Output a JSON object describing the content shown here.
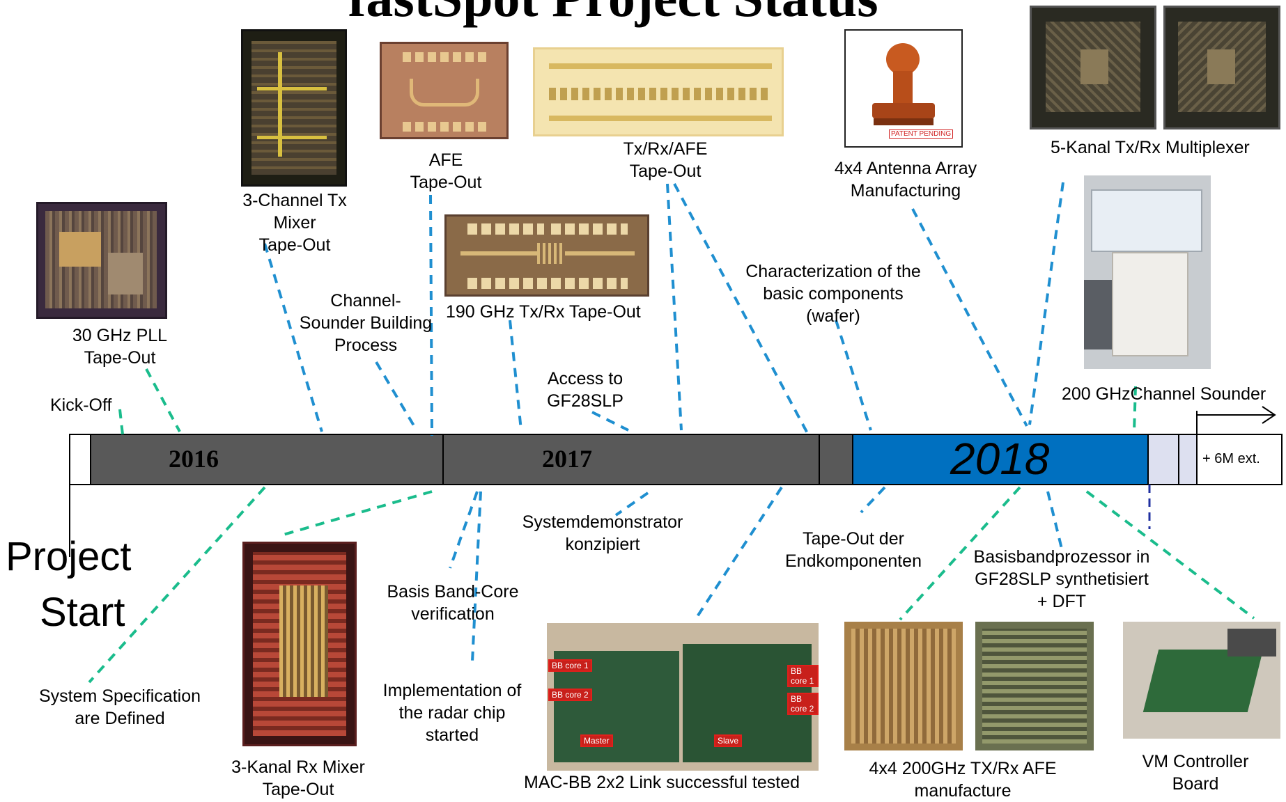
{
  "title": "fastSpot Project Status",
  "timeline": {
    "year_2016": "2016",
    "year_2017": "2017",
    "year_2018": "2018",
    "extension": "+ 6M ext.",
    "colors": {
      "bar_dark": "#595959",
      "bar_2018": "#0070c0",
      "ext_fill": "#dde0f0",
      "teal": "#1abc8c",
      "blue": "#1f8fd0"
    }
  },
  "project_start": {
    "line1": "Project",
    "line2": "Start"
  },
  "milestones_top": {
    "kickoff": "Kick-Off",
    "pll": {
      "l1": "30 GHz PLL",
      "l2": "Tape-Out"
    },
    "tx_mixer": {
      "l1": "3-Channel Tx",
      "l2": "Mixer",
      "l3": "Tape-Out"
    },
    "channel_sounder_build": {
      "l1": "Channel-",
      "l2": "Sounder Building",
      "l3": "Process"
    },
    "afe": {
      "l1": "AFE",
      "l2": "Tape-Out"
    },
    "ghz190": "190 GHz Tx/Rx Tape-Out",
    "access": {
      "l1": "Access to",
      "l2": "GF28SLP"
    },
    "txrx_afe": {
      "l1": "Tx/Rx/AFE",
      "l2": "Tape-Out"
    },
    "characterization": {
      "l1": "Characterization of the",
      "l2": "basic components",
      "l3": "(wafer)"
    },
    "antenna": {
      "l1": "4x4 Antenna Array",
      "l2": "Manufacturing"
    },
    "multiplexer": "5-Kanal Tx/Rx Multiplexer",
    "sounder200": "200 GHzChannel Sounder"
  },
  "milestones_bottom": {
    "sysspec": {
      "l1": "System Specification",
      "l2": "are Defined"
    },
    "rx_mixer": {
      "l1": "3-Kanal Rx Mixer",
      "l2": "Tape-Out"
    },
    "bbcore": {
      "l1": "Basis Band-Core",
      "l2": "verification"
    },
    "radar": {
      "l1": "Implementation of",
      "l2": "the radar chip",
      "l3": "started"
    },
    "sysdemo": {
      "l1": "Systemdemonstrator",
      "l2": "konzipiert"
    },
    "macbb": "MAC-BB 2x2 Link successful tested",
    "tapeout_end": {
      "l1": "Tape-Out der",
      "l2": "Endkomponenten"
    },
    "afe_manu": {
      "l1": "4x4 200GHz TX/Rx AFE",
      "l2": "manufacture"
    },
    "bbproc": {
      "l1": "Basisbandprozessor in",
      "l2": "GF28SLP synthetisiert",
      "l3": "+ DFT"
    },
    "vm": {
      "l1": "VM Controller",
      "l2": "Board"
    }
  },
  "photo_labels": {
    "bb_core_1": "BB core 1",
    "bb_core_2": "BB core 2",
    "master": "Master",
    "slave": "Slave",
    "patent": "PATENT PENDING"
  },
  "icons": [
    "chip-photo",
    "stamp-photo",
    "lab-setup-photo",
    "board-photo",
    "arrow-right-icon"
  ]
}
